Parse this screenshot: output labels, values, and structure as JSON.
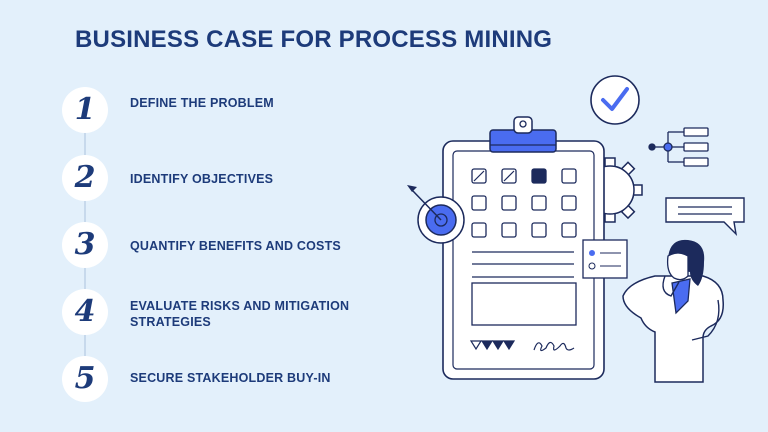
{
  "title": "BUSINESS CASE FOR PROCESS MINING",
  "steps": [
    {
      "number": "1",
      "label": "DEFINE THE PROBLEM"
    },
    {
      "number": "2",
      "label": "IDENTIFY OBJECTIVES"
    },
    {
      "number": "3",
      "label": "QUANTIFY BENEFITS AND COSTS"
    },
    {
      "number": "4",
      "label": "EVALUATE RISKS AND MITIGATION STRATEGIES"
    },
    {
      "number": "5",
      "label": "SECURE STAKEHOLDER BUY-IN"
    }
  ],
  "colors": {
    "background": "#e3f0fb",
    "navy": "#1d3b7a",
    "accent_blue": "#4a6cf0",
    "outline": "#1c2a5c"
  },
  "illustration": {
    "icons": [
      "clipboard-icon",
      "checkmark-badge-icon",
      "hierarchy-icon",
      "gear-icon",
      "target-icon",
      "speech-bubble-icon",
      "note-card-icon",
      "person-thinking-icon"
    ]
  }
}
